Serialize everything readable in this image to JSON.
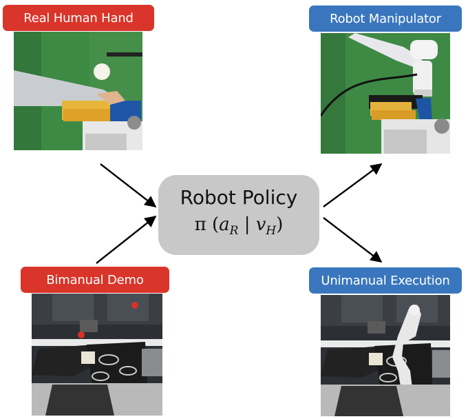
{
  "labels": {
    "top_left": "Real Human Hand",
    "top_right": "Robot Manipulator",
    "bottom_left": "Bimanual Demo",
    "bottom_right": "Unimanual Execution"
  },
  "policy": {
    "title": "Robot Policy",
    "formula": {
      "pi": "π",
      "open": "(",
      "a": "a",
      "a_sub": "R",
      "bar": "|",
      "v": "v",
      "v_sub": "H",
      "close": ")"
    }
  },
  "colors": {
    "label_red": "#d9352a",
    "label_blue": "#3a76bd",
    "policy_box": "#c8c8c8"
  }
}
